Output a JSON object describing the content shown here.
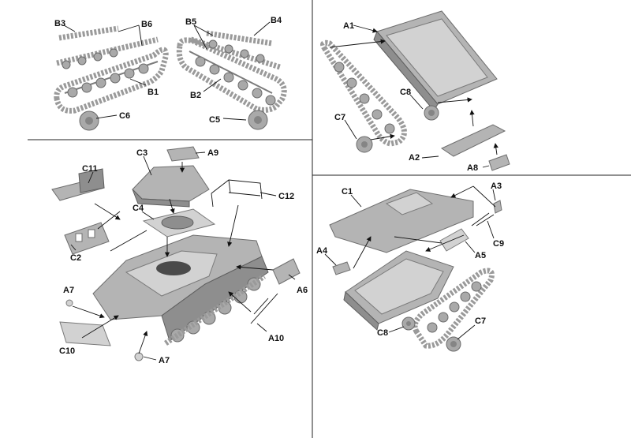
{
  "labels": {
    "B3": "B3",
    "B6": "B6",
    "B5": "B5",
    "B4": "B4",
    "B1": "B1",
    "B2": "B2",
    "C6": "C6",
    "C5": "C5",
    "A1": "A1",
    "C8": "C8",
    "C7": "C7",
    "A2": "A2",
    "A8": "A8",
    "C3": "C3",
    "A9": "A9",
    "C11": "C11",
    "C4": "C4",
    "C12": "C12",
    "C2": "C2",
    "A7": "A7",
    "C10": "C10",
    "A10": "A10",
    "A6": "A6",
    "C1": "C1",
    "A3": "A3",
    "A5": "A5",
    "C9": "C9",
    "A4": "A4"
  }
}
